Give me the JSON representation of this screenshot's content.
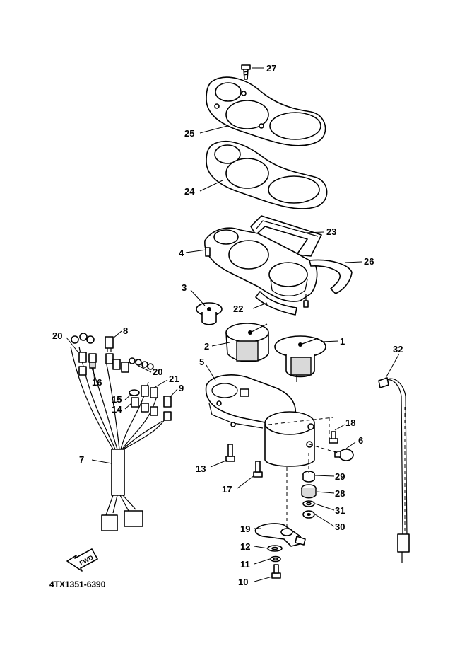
{
  "diagram_code": "4TX1351-6390",
  "fwd_label": "FWD",
  "callouts": {
    "p1": "1",
    "p2": "2",
    "p3": "3",
    "p4": "4",
    "p5": "5",
    "p6": "6",
    "p7": "7",
    "p8": "8",
    "p9": "9",
    "p10": "10",
    "p11": "11",
    "p12": "12",
    "p13": "13",
    "p14": "14",
    "p15": "15",
    "p16": "16",
    "p17": "17",
    "p18": "18",
    "p19": "19",
    "p20a": "20",
    "p20b": "20",
    "p21": "21",
    "p22": "22",
    "p23": "23",
    "p24": "24",
    "p25": "25",
    "p26": "26",
    "p27": "27",
    "p28": "28",
    "p29": "29",
    "p30": "30",
    "p31": "31",
    "p32": "32"
  }
}
